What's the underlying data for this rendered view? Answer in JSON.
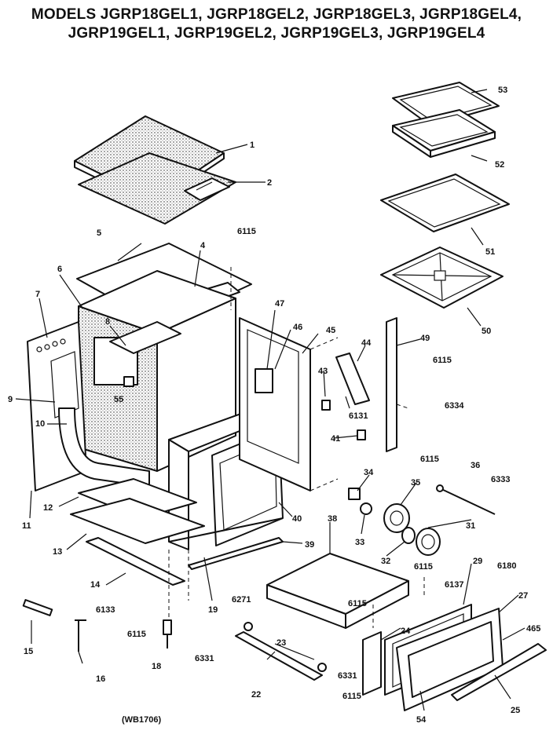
{
  "title": {
    "line1": "MODELS JGRP18GEL1, JGRP18GEL2, JGRP18GEL3, JGRP18GEL4,",
    "line2": "JGRP19GEL1, JGRP19GEL2, JGRP19GEL3, JGRP19GEL4"
  },
  "diagram_code": "(WB1706)",
  "callouts": [
    "1",
    "2",
    "4",
    "5",
    "6",
    "7",
    "8",
    "9",
    "10",
    "11",
    "12",
    "13",
    "14",
    "15",
    "16",
    "18",
    "19",
    "22",
    "23",
    "24",
    "25",
    "27",
    "29",
    "31",
    "32",
    "33",
    "34",
    "35",
    "36",
    "38",
    "39",
    "40",
    "41",
    "43",
    "44",
    "45",
    "46",
    "47",
    "49",
    "50",
    "51",
    "52",
    "53",
    "54",
    "55",
    "6115",
    "6131",
    "6133",
    "6137",
    "6180",
    "6271",
    "6331",
    "6333",
    "6334",
    "465"
  ],
  "labels": {
    "l1": "1",
    "l2": "2",
    "l4": "4",
    "l5": "5",
    "l6": "6",
    "l7": "7",
    "l8": "8",
    "l9": "9",
    "l10": "10",
    "l11": "11",
    "l12": "12",
    "l13": "13",
    "l14": "14",
    "l15": "15",
    "l16": "16",
    "l18": "18",
    "l19": "19",
    "l22": "22",
    "l23": "23",
    "l24": "24",
    "l25": "25",
    "l27": "27",
    "l29": "29",
    "l31": "31",
    "l32": "32",
    "l33": "33",
    "l34": "34",
    "l35": "35",
    "l36": "36",
    "l38": "38",
    "l39": "39",
    "l40": "40",
    "l41": "41",
    "l43": "43",
    "l44": "44",
    "l45": "45",
    "l46": "46",
    "l47": "47",
    "l49": "49",
    "l50": "50",
    "l51": "51",
    "l52": "52",
    "l53": "53",
    "l54": "54",
    "l55": "55",
    "s6115a": "6115",
    "s6115b": "6115",
    "s6115c": "6115",
    "s6115d": "6115",
    "s6115e": "6115",
    "s6115f": "6115",
    "s6115g": "6115",
    "s6131a": "6131",
    "s6131b": "6331",
    "s6131c": "6331",
    "s6133": "6133",
    "s6137": "6137",
    "s6180": "6180",
    "s6271": "6271",
    "s6333": "6333",
    "s6334": "6334",
    "s465": "465"
  }
}
